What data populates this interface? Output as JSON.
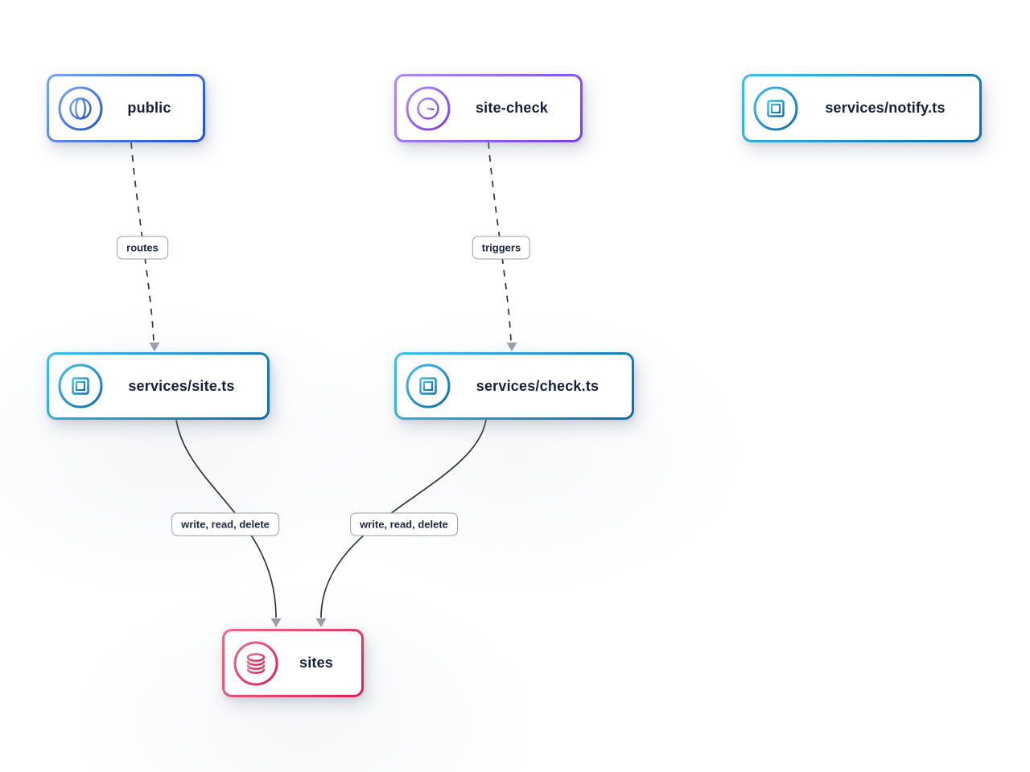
{
  "diagram": {
    "nodes": [
      {
        "id": "public",
        "label": "public",
        "icon": "globe-icon",
        "accent_from": "#7aa5f8",
        "accent_to": "#1d4ed8"
      },
      {
        "id": "site-check",
        "label": "site-check",
        "icon": "clock-icon",
        "accent_from": "#b18cf5",
        "accent_to": "#7c3aed"
      },
      {
        "id": "services-notify",
        "label": "services/notify.ts",
        "icon": "chip-icon",
        "accent_from": "#3ec0ef",
        "accent_to": "#0e6ba8"
      },
      {
        "id": "services-site",
        "label": "services/site.ts",
        "icon": "chip-icon",
        "accent_from": "#3ec0ef",
        "accent_to": "#0e6ba8"
      },
      {
        "id": "services-check",
        "label": "services/check.ts",
        "icon": "chip-icon",
        "accent_from": "#3ec0ef",
        "accent_to": "#0e6ba8"
      },
      {
        "id": "sites",
        "label": "sites",
        "icon": "database-icon",
        "accent_from": "#f06a88",
        "accent_to": "#dc2050"
      }
    ],
    "edges": [
      {
        "from": "public",
        "to": "services-site",
        "label": "routes",
        "style": "dashed"
      },
      {
        "from": "site-check",
        "to": "services-check",
        "label": "triggers",
        "style": "dashed"
      },
      {
        "from": "services-site",
        "to": "sites",
        "label": "write, read, delete",
        "style": "solid"
      },
      {
        "from": "services-check",
        "to": "sites",
        "label": "write, read, delete",
        "style": "solid"
      }
    ],
    "edge_stroke_color": "#2f3337",
    "arrowhead_color": "#97a0aa"
  }
}
